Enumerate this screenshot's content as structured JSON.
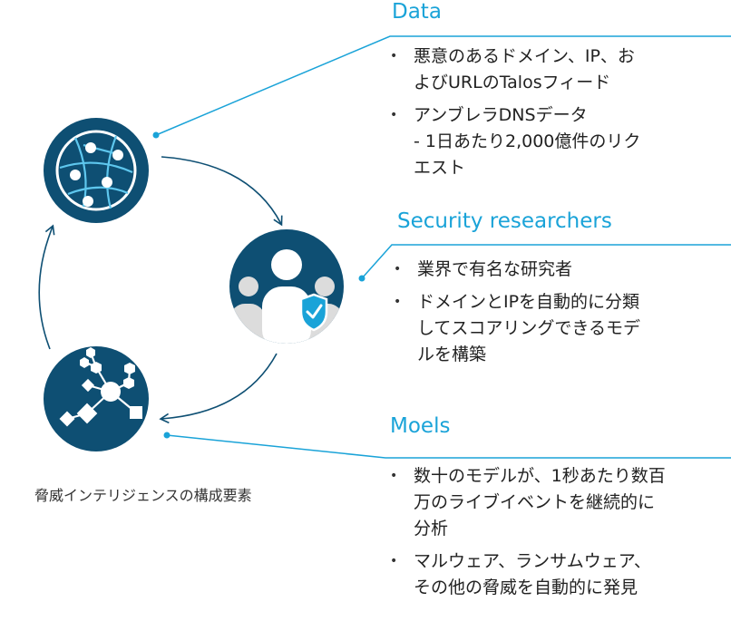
{
  "colors": {
    "accent": "#1aa3d8",
    "circle_dark": "#0e4f73",
    "connector": "#1aa3d8",
    "flow_arrow": "#0e4f73",
    "text": "#222222"
  },
  "sections": {
    "data": {
      "title": "Data",
      "bullets": [
        "悪意のあるドメイン、IP、お\nよびURLのTalosフィード",
        "アンブレラDNSデータ\n- 1日あたり2,000億件のリク\nエスト"
      ]
    },
    "researchers": {
      "title": "Security researchers",
      "bullets": [
        "業界で有名な研究者",
        "ドメインとIPを自動的に分類\nしてスコアリングできるモデ\nルを構築"
      ]
    },
    "models": {
      "title": "Moels",
      "bullets": [
        "数十のモデルが、1秒あたり数百\n万のライブイベントを継続的に\n分析",
        "マルウェア、ランサムウェア、\nその他の脅威を自動的に発見"
      ]
    }
  },
  "icons": {
    "data": "globe-network-icon",
    "researchers": "people-shield-icon",
    "models": "network-nodes-icon"
  },
  "caption": "脅威インテリジェンスの構成要素",
  "bullet_char": "•"
}
